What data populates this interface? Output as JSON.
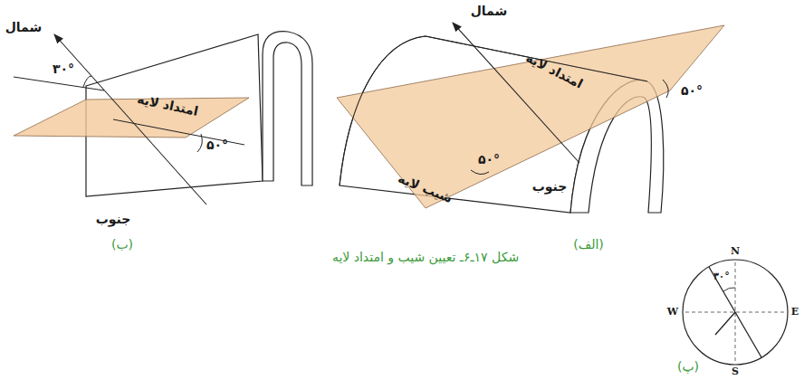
{
  "diagram": {
    "caption": "شکل ۱۷ـ۶ـ تعیین شیب و امتداد لایه",
    "labels": [
      "شمال",
      "۳۰°",
      "امتداد لایه",
      "۵۰°",
      "جنوب",
      "(ب)",
      "شمال",
      "امتداد لایه",
      "۵۰°",
      "شیب لایه",
      "۵۰°",
      "جنوب",
      "(الف)",
      "N",
      "W",
      "E",
      "S",
      "۳۰°",
      "(پ)"
    ]
  }
}
